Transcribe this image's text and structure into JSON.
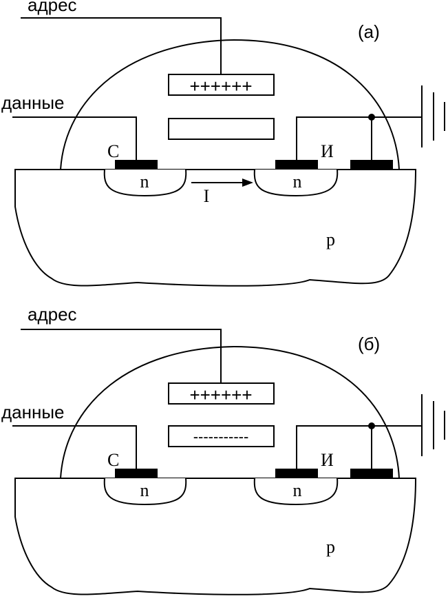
{
  "colors": {
    "ink": "#000000",
    "paper": "#ffffff"
  },
  "diagram_a": {
    "panel_label": "(а)",
    "address_label": "адрес",
    "data_label": "данные",
    "control_gate_charge": "++++++",
    "floating_gate_charge": "",
    "drain_label": "С",
    "source_label": "И",
    "drain_region": "n",
    "source_region": "n",
    "substrate_label": "p",
    "current_label": "I"
  },
  "diagram_b": {
    "panel_label": "(б)",
    "address_label": "адрес",
    "data_label": "данные",
    "control_gate_charge": "++++++",
    "floating_gate_charge": "-----------",
    "drain_label": "С",
    "source_label": "И",
    "drain_region": "n",
    "source_region": "n",
    "substrate_label": "p"
  }
}
